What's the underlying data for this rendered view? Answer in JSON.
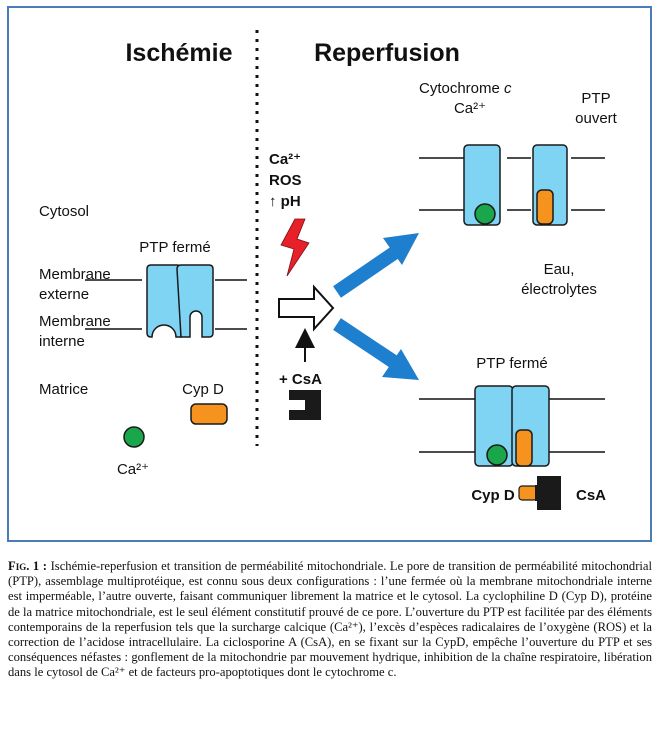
{
  "headings": {
    "left": "Ischémie",
    "right": "Reperfusion"
  },
  "labels": {
    "cytosol": "Cytosol",
    "membrane_externe_1": "Membrane",
    "membrane_externe_2": "externe",
    "membrane_interne_1": "Membrane",
    "membrane_interne_2": "interne",
    "matrice": "Matrice",
    "ptp_ferme_left": "PTP fermé",
    "cyp_d_left": "Cyp D",
    "ca_left": "Ca²⁺",
    "trigger_ca": "Ca²⁺",
    "trigger_ros": "ROS",
    "trigger_ph": "↑ pH",
    "csa_plus": "+ CsA",
    "cytochrome_c": "Cytochrome c",
    "cytochrome_prefix": "Cytochrome ",
    "cytochrome_suffix": "c",
    "ca_top": "Ca²⁺",
    "ptp_ouvert_1": "PTP",
    "ptp_ouvert_2": "ouvert",
    "eau_1": "Eau,",
    "eau_2": "électrolytes",
    "ptp_ferme_right": "PTP fermé",
    "cyp_d_right": "Cyp D",
    "csa_right": "CsA"
  },
  "colors": {
    "pore_fill": "#7fd3f3",
    "pore_stroke": "#1a1a1a",
    "cypd": "#f5931e",
    "calcium": "#1aa64a",
    "arrow_blue": "#1f7fcf",
    "lightning": "#e8202a",
    "frame": "#4a7db8"
  },
  "caption": {
    "label": "Fig. 1 :",
    "text": "Ischémie-reperfusion et transition de perméabilité mitochondriale. Le pore de transition de perméabilité mitochondrial (PTP), assemblage multiprotéique, est connu sous deux configurations : l’une fermée où la membrane mitochondriale interne est imperméable, l’autre ouverte, faisant communiquer librement la matrice et le cytosol. La cyclophiline D (Cyp D), protéine de la matrice mitochondriale, est le seul élément constitutif prouvé de ce pore. L’ouverture du PTP est facilitée par des éléments contemporains de la reperfusion tels que la surcharge calcique (Ca²⁺), l’excès d’espèces radicalaires de l’oxygène (ROS) et la correction de l’acidose intracellulaire. La ciclosporine A (CsA), en se fixant sur la CypD, empêche l’ouverture du PTP et ses conséquences néfastes : gonflement de la mitochondrie par mouvement hydrique, inhibition de la chaîne respiratoire, libération dans le cytosol de Ca²⁺ et de facteurs pro-apoptotiques dont le cytochrome c."
  }
}
